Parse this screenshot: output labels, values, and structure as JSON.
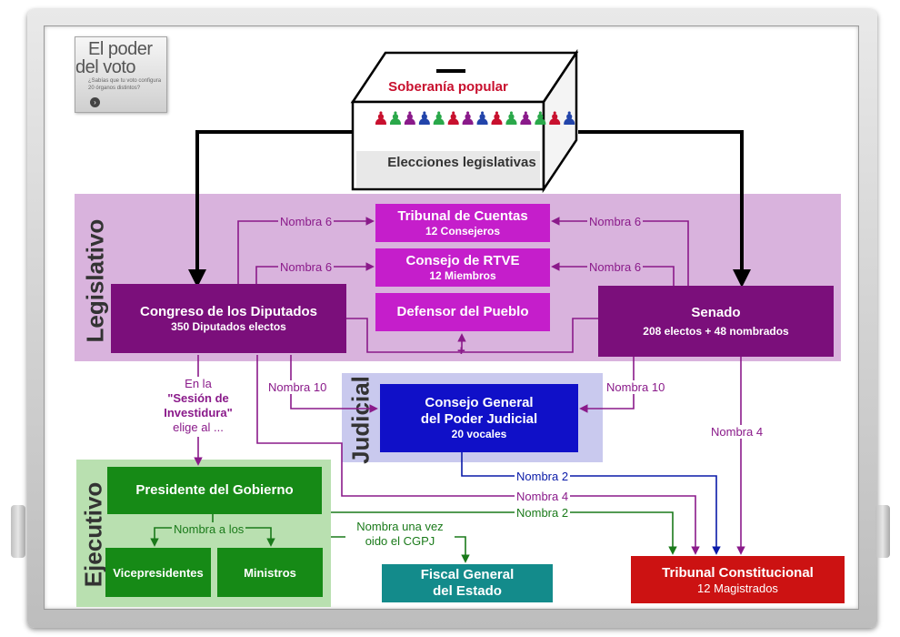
{
  "logo": {
    "line1": "El poder",
    "line2": "del voto",
    "tagline_1": "¿Sabías que tu voto configura",
    "tagline_2": "20 órganos distintos?",
    "button_icon": "arrow-right-icon"
  },
  "ballot": {
    "title": "Soberanía popular",
    "subtitle": "Elecciones legislativas"
  },
  "regions": {
    "legislativo": "Legislativo",
    "judicial": "Judicial",
    "ejecutivo": "Ejecutivo"
  },
  "boxes": {
    "congreso": {
      "title": "Congreso de los Diputados",
      "subtitle": "350 Diputados electos"
    },
    "senado": {
      "title": "Senado",
      "subtitle": "208 electos + 48 nombrados"
    },
    "tribunal_cuentas": {
      "title": "Tribunal de Cuentas",
      "subtitle": "12 Consejeros"
    },
    "rtve": {
      "title": "Consejo de RTVE",
      "subtitle": "12 Miembros"
    },
    "defensor": {
      "title": "Defensor del Pueblo"
    },
    "cgpj": {
      "title_1": "Consejo General",
      "title_2": "del Poder Judicial",
      "subtitle": "20 vocales"
    },
    "presidente": {
      "title": "Presidente del Gobierno"
    },
    "vicepresidentes": {
      "title": "Vicepresidentes"
    },
    "ministros": {
      "title": "Ministros"
    },
    "fiscal": {
      "title_1": "Fiscal General",
      "title_2": "del Estado"
    },
    "tc": {
      "title": "Tribunal Constitucional",
      "subtitle": "12 Magistrados"
    }
  },
  "labels": {
    "nombra6_a": "Nombra 6",
    "nombra6_b": "Nombra 6",
    "nombra6_c": "Nombra 6",
    "nombra6_d": "Nombra 6",
    "plus": "+",
    "nombra10_a": "Nombra 10",
    "nombra10_b": "Nombra 10",
    "investidura_1": "En la",
    "investidura_2": "\"Sesión de",
    "investidura_3": "Investidura\"",
    "investidura_4": "elige al ...",
    "nombra4_senado": "Nombra 4",
    "nombra2_cgpj": "Nombra 2",
    "nombra4_congreso": "Nombra 4",
    "nombra2_gob": "Nombra 2",
    "nombra_a_los": "Nombra a los",
    "fiscal_1": "Nombra una vez",
    "fiscal_2": "oido el CGPJ"
  },
  "colors": {
    "purple_dark": "#7b0f7b",
    "magenta": "#c51ecb",
    "legis_bg": "#d9b3dd",
    "judicial_bg": "#c9c9ee",
    "blue": "#1010c8",
    "exec_bg": "#b9e0b0",
    "green": "#168a16",
    "teal": "#138b8b",
    "red": "#cc1212"
  }
}
